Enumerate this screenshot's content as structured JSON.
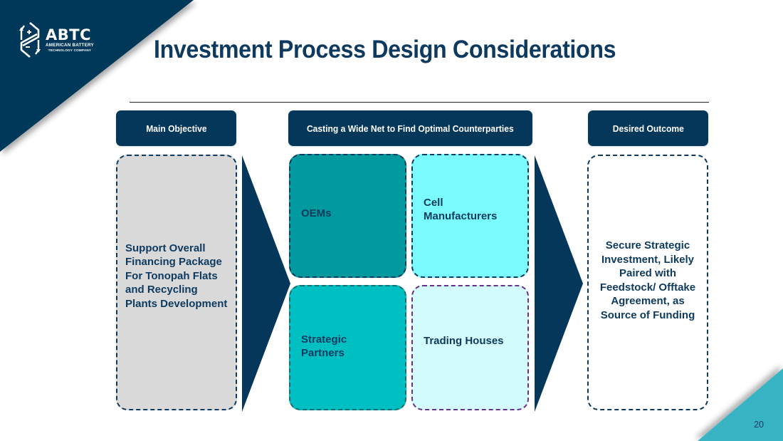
{
  "brand": {
    "logo_main": "ABTC",
    "logo_line1": "AMERICAN BATTERY",
    "logo_line2": "TECHNOLOGY COMPANY",
    "colors": {
      "navy": "#05375a",
      "teal_dark": "#02999f",
      "teal": "#00bfc2",
      "cyan": "#7afcff",
      "cyan_light": "#d3fcff",
      "gray": "#d9d9d9",
      "accent_corner": "#38b3c4"
    }
  },
  "slide": {
    "title": "Investment Process Design Considerations",
    "page_number": "20"
  },
  "columns": {
    "objective": {
      "header": "Main Objective",
      "body": "Support Overall Financing Package For Tonopah Flats and Recycling Plants Development"
    },
    "counterparties": {
      "header": "Casting a Wide Net to Find Optimal Counterparties",
      "items": [
        {
          "label": "OEMs"
        },
        {
          "label": "Cell Manufacturers"
        },
        {
          "label": "Strategic Partners"
        },
        {
          "label": "Trading Houses"
        }
      ]
    },
    "outcome": {
      "header": "Desired Outcome",
      "body": "Secure Strategic Investment, Likely Paired with Feedstock/ Offtake Agreement, as Source of Funding"
    }
  },
  "icons": {
    "flow_arrow": "chevron-right-icon",
    "logo": "battery-logo-icon"
  }
}
